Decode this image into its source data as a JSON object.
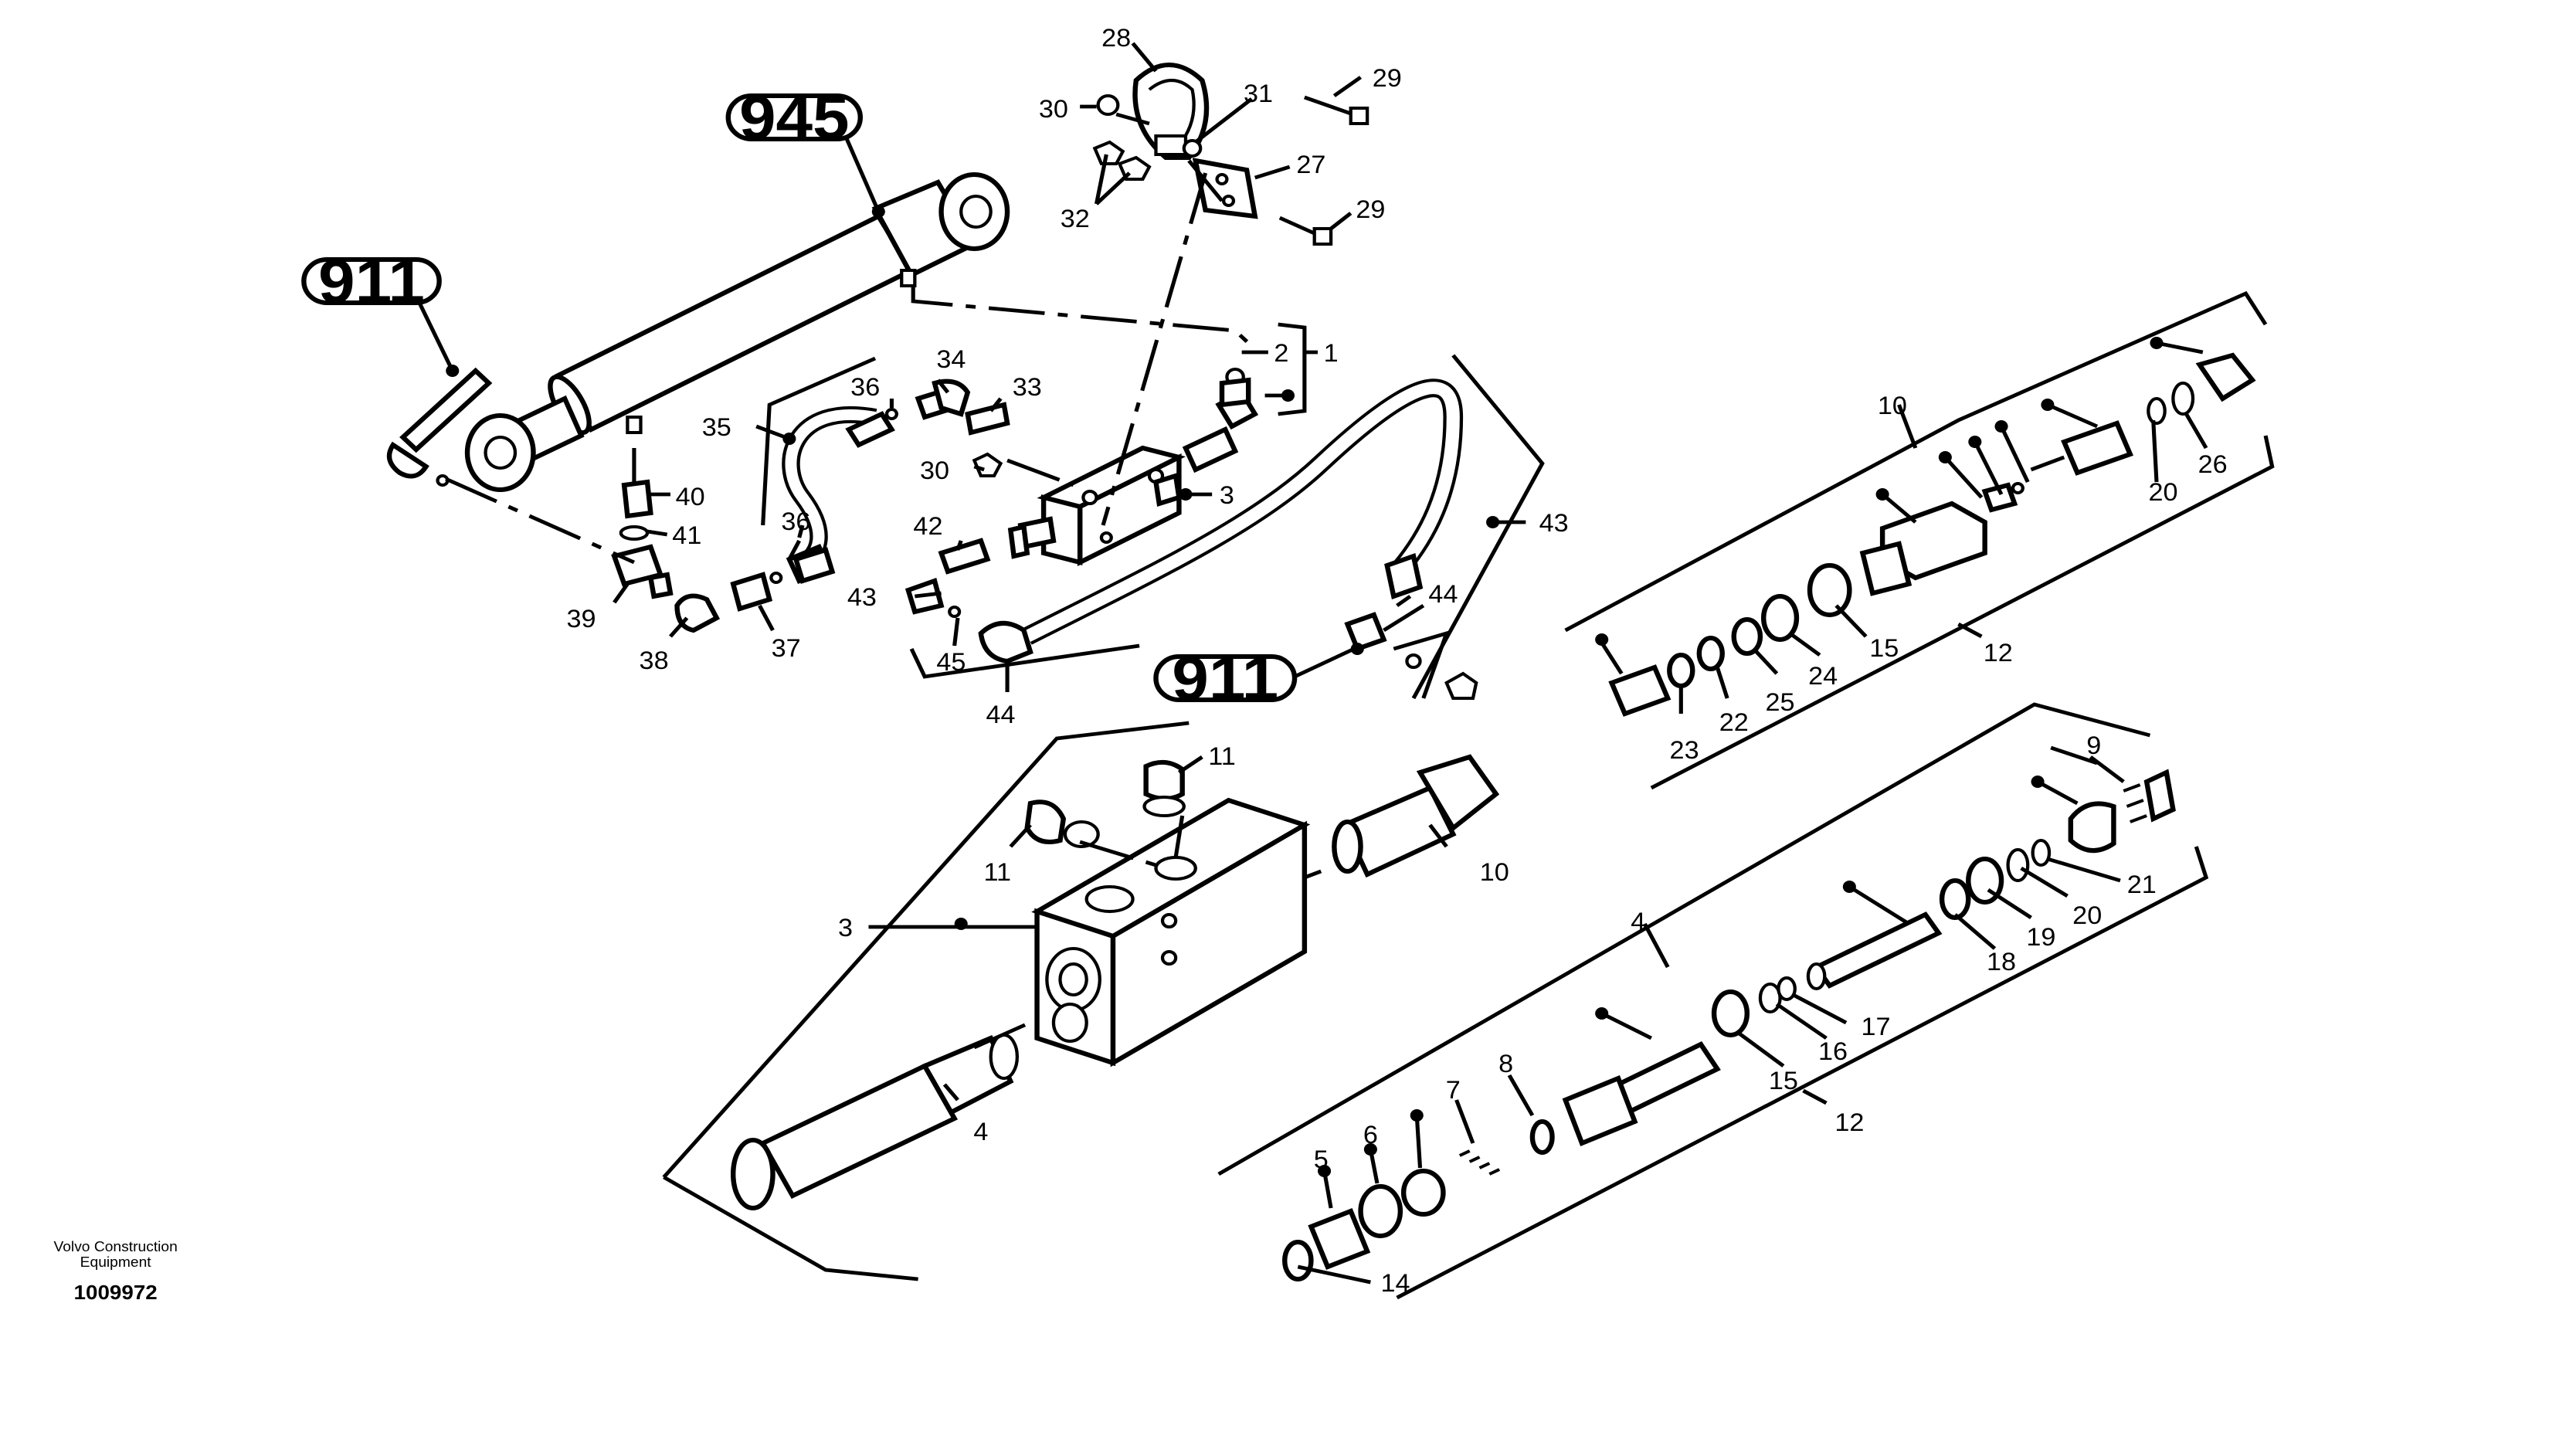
{
  "diagram": {
    "title": "",
    "references": [
      "945",
      "911",
      "911"
    ],
    "callouts": {
      "c28": "28",
      "c30a": "30",
      "c31": "31",
      "c29a": "29",
      "c27": "27",
      "c32": "32",
      "c29b": "29",
      "c2": "2",
      "c1": "1",
      "c36a": "36",
      "c34": "34",
      "c33": "33",
      "c35": "35",
      "c30b": "30",
      "c3a": "3",
      "c40": "40",
      "c41": "41",
      "c36b": "36",
      "c42": "42",
      "c43a": "43",
      "c43b": "43",
      "c44a": "44",
      "c39": "39",
      "c38": "38",
      "c37": "37",
      "c45": "45",
      "c44b": "44",
      "c10a": "10",
      "c20a": "20",
      "c26": "26",
      "c15a": "15",
      "c12a": "12",
      "c24": "24",
      "c25": "25",
      "c22": "22",
      "c23": "23",
      "c11a": "11",
      "c11b": "11",
      "c10b": "10",
      "c3b": "3",
      "c4a": "4",
      "c9": "9",
      "c21": "21",
      "c20b": "20",
      "c19": "19",
      "c18": "18",
      "c4b": "4",
      "c17": "17",
      "c16": "16",
      "c15b": "15",
      "c12b": "12",
      "c8": "8",
      "c7": "7",
      "c6": "6",
      "c5": "5",
      "c14": "14"
    },
    "footer": {
      "company_line1": "Volvo Construction",
      "company_line2": "Equipment",
      "doc_number": "1009972"
    }
  }
}
